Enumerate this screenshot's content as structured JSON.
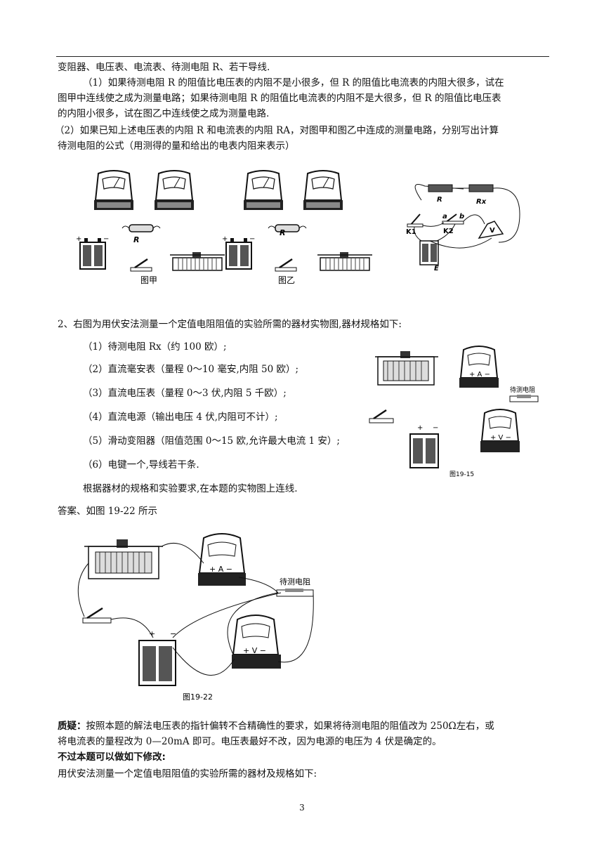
{
  "lines_top": [
    "变阻器、电压表、电流表、待测电阻  R、若干导线.",
    "（1）如果待测电阻 R 的阻值比电压表的内阻不是小很多，但  R 的阻值比电流表的内阻大很多，试在",
    "图甲中连线使之成为测量电路；如果待测电阻 R 的阻值比电流表的内阻不是大很多，但 R 的阻值比电压表",
    "的内阻小很多，试在图乙中连线使之成为测量电路.",
    "（2）如果已知上述电压表的内阻 R 和电流表的内阻 RA，对图甲和图乙中连成的测量电路，分别写出计算",
    "待测电阻的公式（用测得的量和给出的电表内阻来表示）"
  ],
  "fig1": {
    "label_jia": "图甲",
    "label_yi": "图乙",
    "r_label": "R",
    "circuit": {
      "r": "R",
      "rx": "Rx",
      "k1": "K1",
      "k2": "K2",
      "a": "a",
      "b": "b",
      "v": "V",
      "e": "E"
    }
  },
  "q2": {
    "title": "2、右图为用伏安法测量一个定值电阻阻值的实验所需的器材实物图,器材规格如下:",
    "items": [
      "（1）待测电阻 Rx（约 100 欧）;",
      "（2）直流毫安表（量程 0～10 毫安,内阻 50 欧）;",
      "（3）直流电压表（量程 0～3 伏,内阻 5 千欧）;",
      "（4）直流电源（输出电压 4 伏,内阻可不计）;",
      "（5）滑动变阻器（阻值范围 0～15 欧,允许最大电流 1 安）;",
      "（6）电键一个,导线若干条."
    ],
    "instruction": "根据器材的规格和实验要求,在本题的实物图上连线.",
    "fig_label": "图19-15",
    "res_label": "待测电阻"
  },
  "answer": {
    "text": "答案、如图 19-22 所示",
    "fig_label": "图19-22",
    "res_label": "待测电阻"
  },
  "doubt": {
    "label": "质疑：",
    "line1": "按照本题的解法电压表的指针偏转不合精确性的要求，如果将待测电阻的阻值改为 250Ω左右，或",
    "line2": "将电流表的量程改为 0—20mA 即可。电压表最好不改，因为电源的电压为 4 伏是确定的。"
  },
  "modify": {
    "title": "不过本题可以做如下修改:",
    "line": "用伏安法测量一个定值电阻阻值的实验所需的器材及规格如下:"
  },
  "page_number": "3"
}
